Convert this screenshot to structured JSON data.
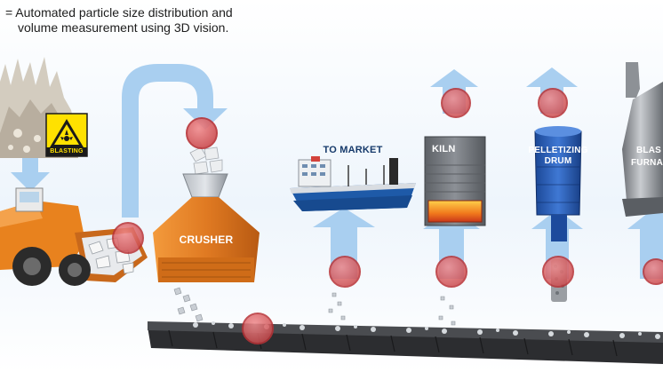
{
  "legend": {
    "marker": "measurement-point",
    "line1": "= Automated particle size distribution and",
    "line2": "volume measurement using 3D vision."
  },
  "labels": {
    "blasting": "BLASTING",
    "crusher": "CRUSHER",
    "to_market": "TO MARKET",
    "kiln": "KILN",
    "pelletizing_line1": "PELLETIZING",
    "pelletizing_line2": "DRUM",
    "blast_furnace_line1": "BLAS",
    "blast_furnace_line2": "FURNA"
  },
  "icons": [
    "blasting-hazard-icon",
    "measurement-point-icon",
    "flow-arrow-icon"
  ],
  "colors": {
    "arrow": "#a9cff0",
    "sky_top": "#f2f8fd",
    "measurement_fill": "#d85a5c",
    "measurement_ring": "#b83236",
    "crusher_orange": "#e07a22",
    "loader_orange": "#e8821e",
    "ship_blue": "#1e5aa8",
    "kiln_gray": "#7a7d82",
    "drum_blue": "#2b5fb8",
    "hazard_yellow": "#ffe100"
  }
}
